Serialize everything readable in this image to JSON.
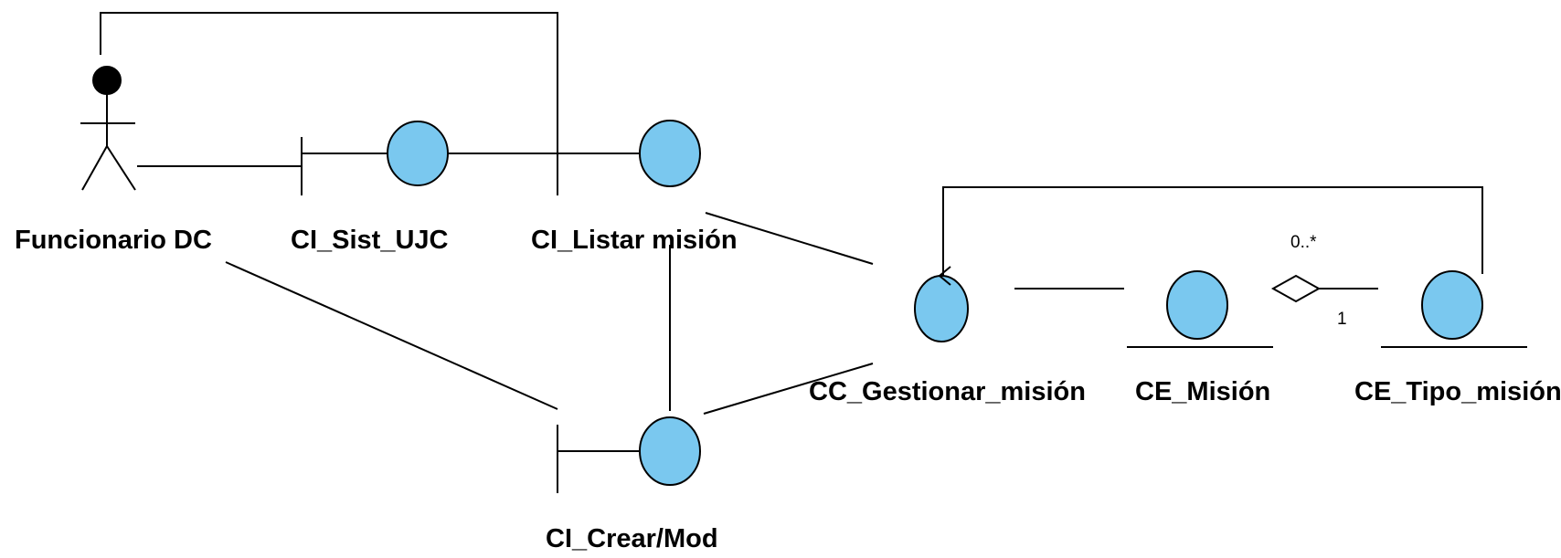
{
  "colors": {
    "element_fill": "#7ac8ef",
    "line": "#000000",
    "background": "#ffffff"
  },
  "elements": {
    "actor": {
      "label": "Funcionario DC",
      "kind": "actor"
    },
    "sist_ujc": {
      "label": "CI_Sist_UJC",
      "kind": "boundary"
    },
    "listar": {
      "label": "CI_Listar misión",
      "kind": "boundary"
    },
    "crear_mod": {
      "label": "CI_Crear/Mod",
      "kind": "boundary"
    },
    "gestionar": {
      "label": "CC_Gestionar_misión",
      "kind": "control"
    },
    "mision": {
      "label": "CE_Misión",
      "kind": "entity"
    },
    "tipo_mision": {
      "label": "CE_Tipo_misión",
      "kind": "entity"
    }
  },
  "relations": {
    "aggregation": {
      "from": "mision",
      "to": "tipo_mision",
      "multiplicity_mision": "0..*",
      "multiplicity_tipo": "1"
    }
  }
}
